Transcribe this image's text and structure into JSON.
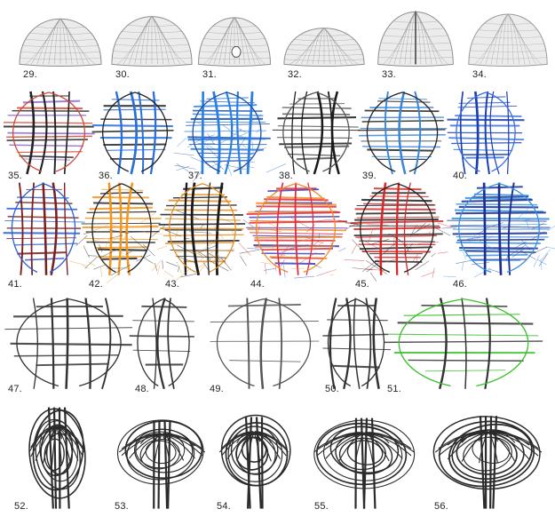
{
  "figures": [
    {
      "label": "29.",
      "kind": "shell",
      "variant": 0,
      "colors": [
        "#8d8d8d"
      ]
    },
    {
      "label": "30.",
      "kind": "shell",
      "variant": 1,
      "colors": [
        "#8d8d8d"
      ]
    },
    {
      "label": "31.",
      "kind": "shell",
      "variant": 2,
      "colors": [
        "#8d8d8d"
      ]
    },
    {
      "label": "32.",
      "kind": "shell",
      "variant": 3,
      "colors": [
        "#8d8d8d"
      ]
    },
    {
      "label": "33.",
      "kind": "shell",
      "variant": 4,
      "colors": [
        "#8d8d8d"
      ]
    },
    {
      "label": "34.",
      "kind": "shell",
      "variant": 5,
      "colors": [
        "#9a9a9a"
      ]
    },
    {
      "label": "35.",
      "kind": "sketch",
      "variant": 0,
      "colors": [
        "#222222",
        "#8a6ad0",
        "#d04a3a"
      ]
    },
    {
      "label": "36.",
      "kind": "sketch",
      "variant": 1,
      "colors": [
        "#2a6fd8",
        "#222222"
      ]
    },
    {
      "label": "37.",
      "kind": "sketch",
      "variant": 2,
      "colors": [
        "#2a7fe0",
        "#1b4fb0"
      ]
    },
    {
      "label": "38.",
      "kind": "sketch",
      "variant": 3,
      "colors": [
        "#1a1a1a",
        "#555555"
      ]
    },
    {
      "label": "39.",
      "kind": "sketch",
      "variant": 4,
      "colors": [
        "#3a86d8",
        "#222222"
      ]
    },
    {
      "label": "40.",
      "kind": "sketch",
      "variant": 5,
      "colors": [
        "#1b3fb0",
        "#3a6fe0"
      ]
    },
    {
      "label": "41.",
      "kind": "sketch",
      "variant": 6,
      "colors": [
        "#7a1f1f",
        "#2a5fd0"
      ]
    },
    {
      "label": "42.",
      "kind": "sketch",
      "variant": 7,
      "colors": [
        "#f0941c",
        "#222222"
      ]
    },
    {
      "label": "43.",
      "kind": "sketch",
      "variant": 8,
      "colors": [
        "#1a1a1a",
        "#e0902a"
      ]
    },
    {
      "label": "44.",
      "kind": "sketch",
      "variant": 9,
      "colors": [
        "#e02a3a",
        "#3a40c0",
        "#f08a2a"
      ]
    },
    {
      "label": "45.",
      "kind": "sketch",
      "variant": 10,
      "colors": [
        "#d42a2a",
        "#222222"
      ]
    },
    {
      "label": "46.",
      "kind": "sketch",
      "variant": 11,
      "colors": [
        "#1b2f90",
        "#3a90e0"
      ]
    },
    {
      "label": "47.",
      "kind": "sketch",
      "variant": 12,
      "colors": [
        "#333333"
      ]
    },
    {
      "label": "48.",
      "kind": "sketch",
      "variant": 13,
      "colors": [
        "#333333"
      ]
    },
    {
      "label": "49.",
      "kind": "sketch",
      "variant": 14,
      "colors": [
        "#555555"
      ]
    },
    {
      "label": "50.",
      "kind": "sketch",
      "variant": 15,
      "colors": [
        "#333333"
      ]
    },
    {
      "label": "51.",
      "kind": "sketch",
      "variant": 16,
      "colors": [
        "#333333",
        "#3ac02a"
      ]
    },
    {
      "label": "52.",
      "kind": "frame",
      "variant": 0,
      "colors": [
        "#2b2b2b"
      ]
    },
    {
      "label": "53.",
      "kind": "frame",
      "variant": 1,
      "colors": [
        "#2b2b2b"
      ]
    },
    {
      "label": "54.",
      "kind": "frame",
      "variant": 2,
      "colors": [
        "#2b2b2b"
      ]
    },
    {
      "label": "55.",
      "kind": "frame",
      "variant": 3,
      "colors": [
        "#2b2b2b"
      ]
    },
    {
      "label": "56.",
      "kind": "frame",
      "variant": 4,
      "colors": [
        "#2b2b2b"
      ]
    }
  ]
}
